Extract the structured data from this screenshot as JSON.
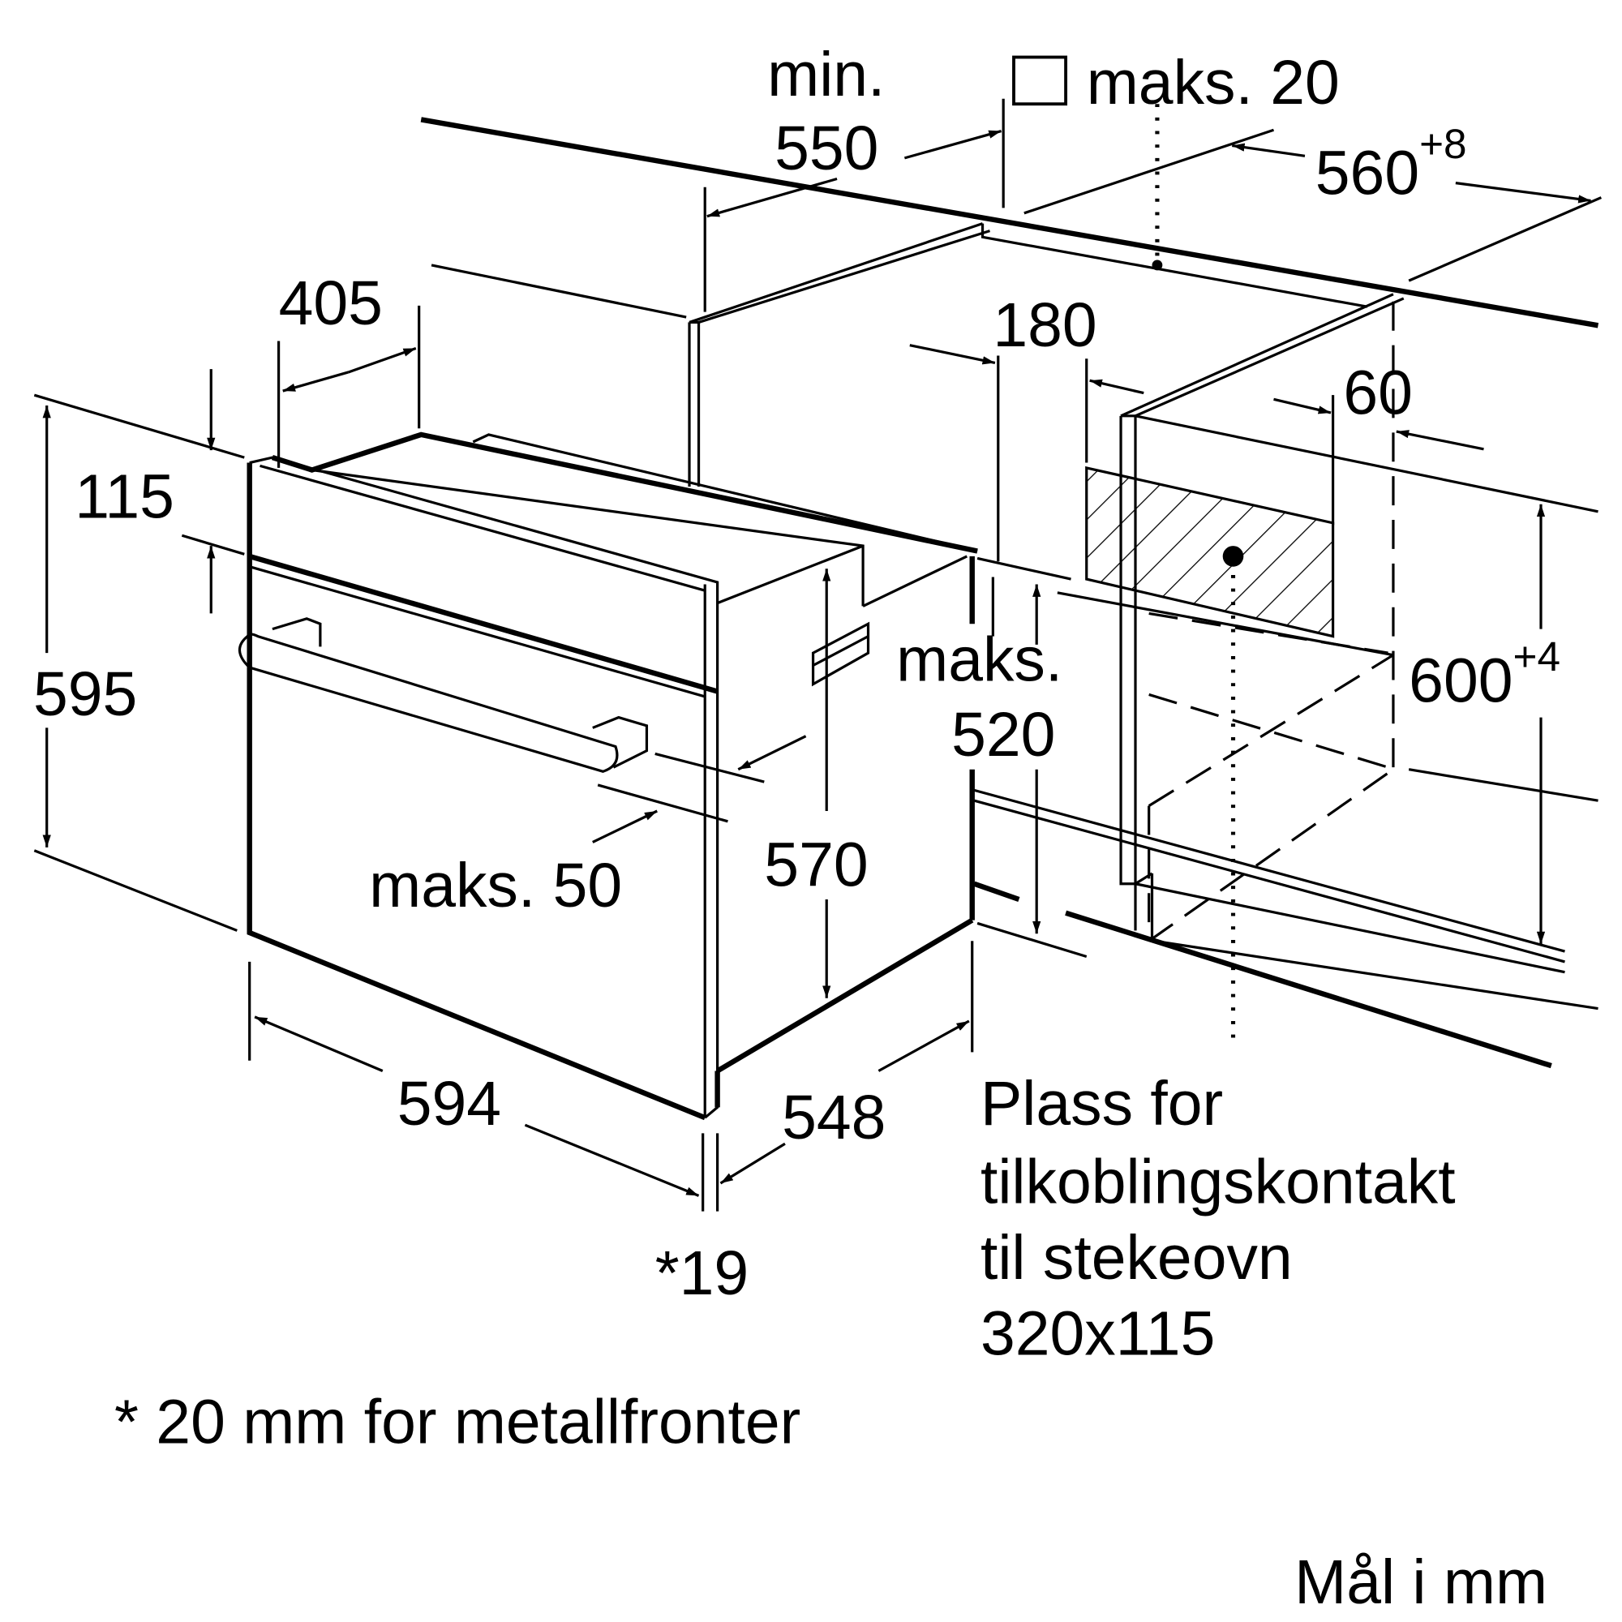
{
  "dimensions": {
    "min_label": "min.",
    "min_depth": "550",
    "maks_top_label": "maks. 20",
    "niche_width": "560",
    "niche_width_tol": "+8",
    "depth_405": "405",
    "height_115": "115",
    "height_595": "595",
    "offset_180": "180",
    "offset_60": "60",
    "maks_side_label": "maks.",
    "depth_520": "520",
    "niche_height": "600",
    "niche_height_tol": "+4",
    "height_570": "570",
    "maks_bottom_label": "maks. 50",
    "width_594": "594",
    "depth_548": "548",
    "front_19": "*19"
  },
  "notes": {
    "socket_line1": "Plass for",
    "socket_line2": "tilkoblingskontakt",
    "socket_line3": "til stekeovn",
    "socket_line4": "320x115",
    "footnote": "* 20 mm for metallfronter",
    "units": "Mål i mm"
  },
  "colors": {
    "ink": "#000000",
    "background": "#ffffff"
  }
}
